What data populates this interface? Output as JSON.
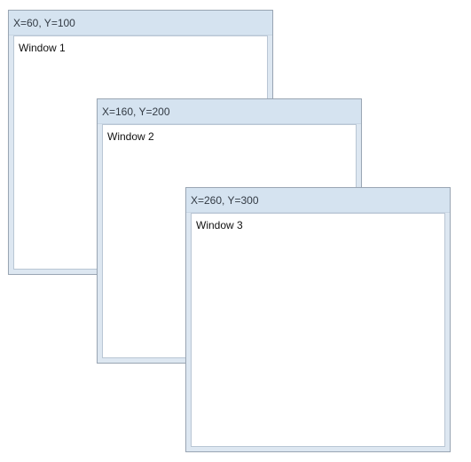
{
  "windows": [
    {
      "title": "X=60, Y=100",
      "content": "Window 1"
    },
    {
      "title": "X=160, Y=200",
      "content": "Window 2"
    },
    {
      "title": "X=260, Y=300",
      "content": "Window 3"
    }
  ],
  "colors": {
    "frame": "#dde7f1",
    "titlebar": "#d5e3f0",
    "border": "#9aa6b4",
    "client": "#ffffff"
  }
}
